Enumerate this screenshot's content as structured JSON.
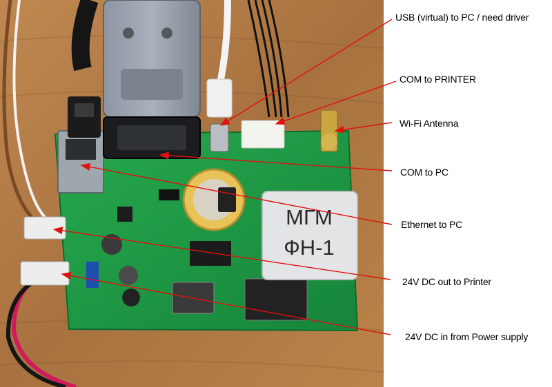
{
  "labels": {
    "usb": "USB (virtual) to PC / need driver",
    "com_printer": "COM to PRINTER",
    "wifi": "Wi-Fi Antenna",
    "com_pc": "COM to PC",
    "ethernet": "Ethernet to PC",
    "dc_out": "24V DC out  to Printer",
    "dc_in": "24V DC in from Power supply"
  },
  "module": {
    "line1": "МГМ",
    "line2": "ФН-1"
  },
  "colors": {
    "arrow": "#e01010",
    "pcb": "#1f9a45",
    "wood": "#b07a45"
  }
}
